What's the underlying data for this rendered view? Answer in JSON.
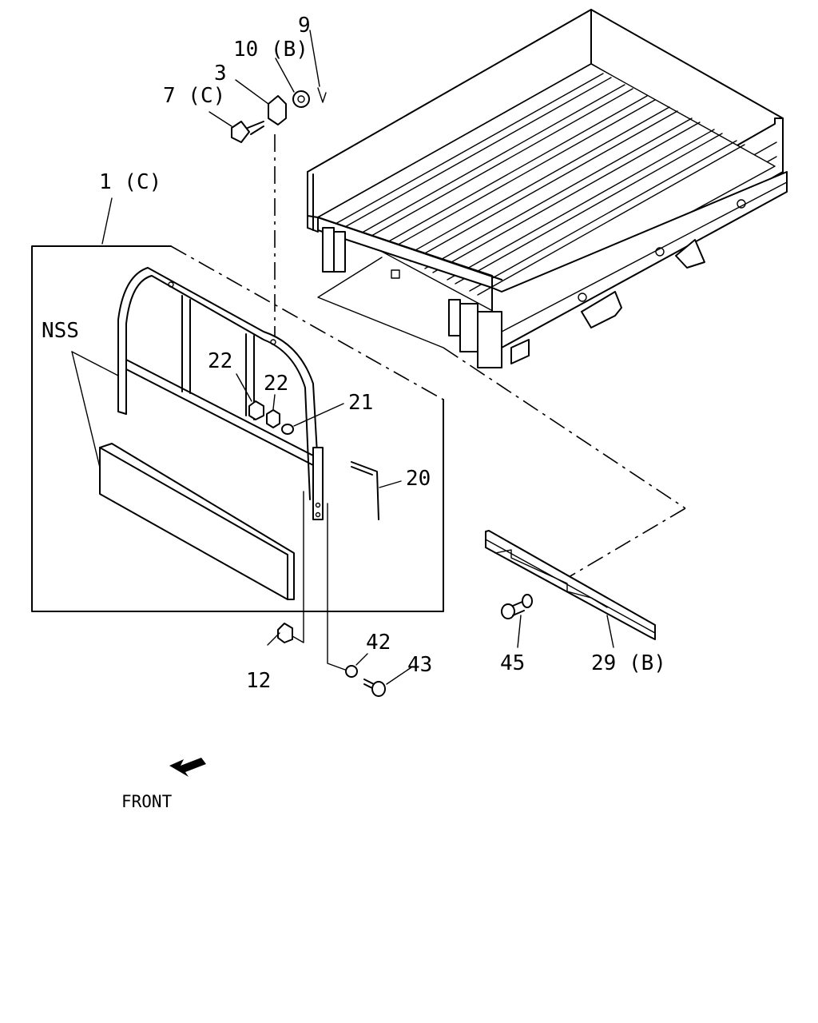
{
  "labels": {
    "p9": "9",
    "p10b": "10 (B)",
    "p3": "3",
    "p7c": "7 (C)",
    "p1c": "1 (C)",
    "nss": "NSS",
    "p22a": "22",
    "p22b": "22",
    "p21": "21",
    "p20": "20",
    "p12": "12",
    "p42": "42",
    "p43": "43",
    "p45": "45",
    "p29b": "29 (B)",
    "front": "FRONT"
  }
}
